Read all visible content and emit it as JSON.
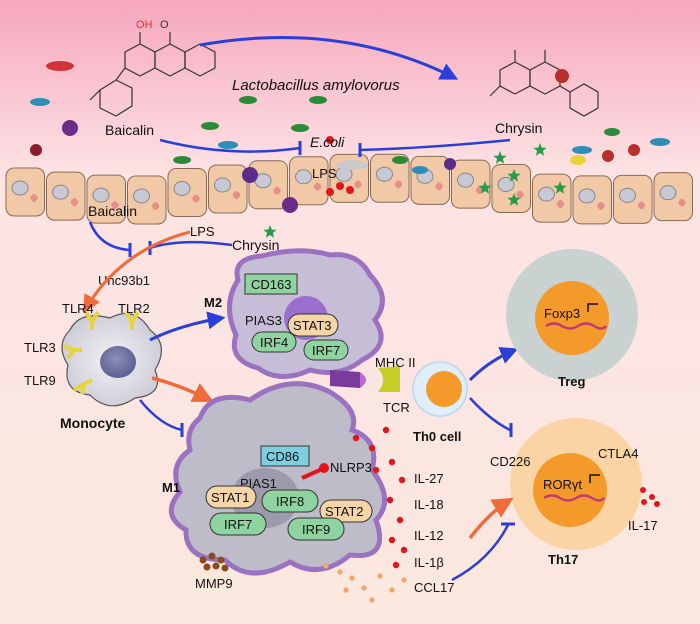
{
  "top": {
    "baicalin": "Baicalin",
    "lactobacillus": "Lactobacillus amylovorus",
    "chrysin": "Chrysin",
    "ecoli": "E.coli",
    "lps": "LPS"
  },
  "mid": {
    "baicalin": "Baicalin",
    "lps": "LPS",
    "chrysin": "Chrysin",
    "unc": "Unc93b1"
  },
  "monocyte": {
    "tlr4": "TLR4",
    "tlr2": "TLR2",
    "tlr3": "TLR3",
    "tlr9": "TLR9",
    "label": "Monocyte"
  },
  "m2": {
    "label": "M2",
    "cd163": "CD163",
    "pias3": "PIAS3",
    "stat3": "STAT3",
    "irf4": "IRF4",
    "irf7": "IRF7"
  },
  "m1": {
    "label": "M1",
    "cd86": "CD86",
    "nlrp3": "NLRP3",
    "pias1": "PIAS1",
    "stat1": "STAT1",
    "irf8": "IRF8",
    "stat2": "STAT2",
    "irf7": "IRF7",
    "irf9": "IRF9",
    "mmp9": "MMP9"
  },
  "cytokines": [
    "IL-27",
    "IL-18",
    "IL-12",
    "IL-1β",
    "CCL17"
  ],
  "tcell": {
    "mhc": "MHC II",
    "tcr": "TCR",
    "th0": "Th0 cell",
    "treg": "Treg",
    "foxp3": "Foxp3",
    "th17": "Th17",
    "cd226": "CD226",
    "ctla4": "CTLA4",
    "rorgt": "RORγt",
    "il17": "IL-17"
  },
  "colors": {
    "pink_top": "#f9b9c9",
    "peach_bg": "#fbe3d8",
    "cell_fill": "#f1c9a6",
    "arrow_blue": "#2b3fd8",
    "arrow_orange": "#f06a3a",
    "macrophage_gray": "#bdbcc8",
    "macrophage_purple": "#9a72c0",
    "box_green": "#8fd3a0",
    "box_peach": "#f6d6a8",
    "treg_outer": "#c9d2d0",
    "th17_outer": "#fbd4a5",
    "nucleus_orange": "#f39a2b",
    "cytokine_red": "#e0161b"
  }
}
